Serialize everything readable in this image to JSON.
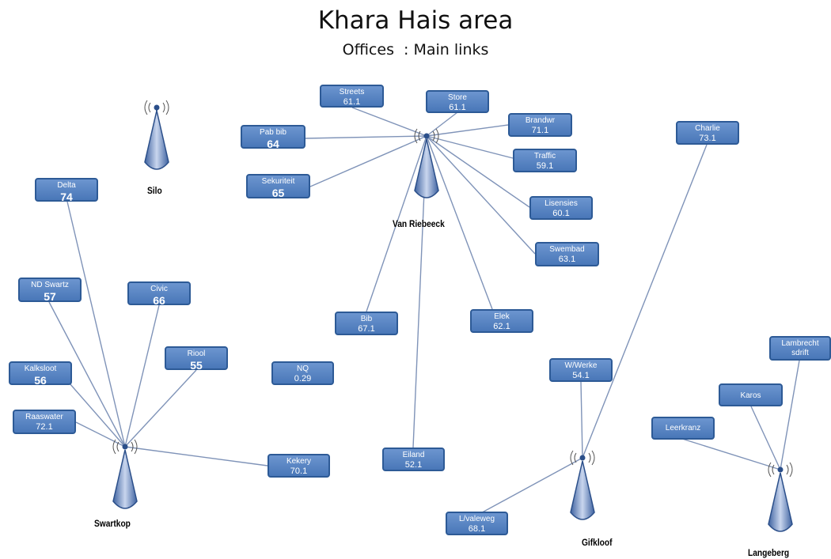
{
  "title": "Khara Hais area",
  "subtitle": "Offices  : Main links",
  "towers": {
    "silo": "Silo",
    "vanriebeeck": "Van  Riebeeck",
    "swartkop": "Swartkop",
    "gifkloof": "Gifkloof",
    "langeberg": "Langeberg"
  },
  "nodes": {
    "streets": {
      "name": "Streets",
      "value": "61.1"
    },
    "store": {
      "name": "Store",
      "value": "61.1"
    },
    "brandwr": {
      "name": "Brandwr",
      "value": "71.1"
    },
    "pabbib": {
      "name": "Pab bib",
      "value": "64"
    },
    "traffic": {
      "name": "Traffic",
      "value": "59.1"
    },
    "sekuriteit": {
      "name": "Sekuriteit",
      "value": "65"
    },
    "lisensies": {
      "name": "Lisensies",
      "value": "60.1"
    },
    "swembad": {
      "name": "Swembad",
      "value": "63.1"
    },
    "bib": {
      "name": "Bib",
      "value": "67.1"
    },
    "elek": {
      "name": "Elek",
      "value": "62.1"
    },
    "eiland": {
      "name": "Eiland",
      "value": "52.1"
    },
    "charlie": {
      "name": "Charlie",
      "value": "73.1"
    },
    "delta": {
      "name": "Delta",
      "value": "74"
    },
    "ndswartz": {
      "name": "ND Swartz",
      "value": "57"
    },
    "civic": {
      "name": "Civic",
      "value": "66"
    },
    "riool": {
      "name": "Riool",
      "value": "55"
    },
    "kalksloot": {
      "name": "Kalksloot",
      "value": "56"
    },
    "nq": {
      "name": "NQ",
      "value": "0.29"
    },
    "raaswater": {
      "name": "Raaswater",
      "value": "72.1"
    },
    "kekery": {
      "name": "Kekery",
      "value": "70.1"
    },
    "wwerke": {
      "name": "W/Werke",
      "value": "54.1"
    },
    "lambrecht": {
      "name": "Lambrecht",
      "value": "sdrift"
    },
    "karos": {
      "name": "Karos",
      "value": ""
    },
    "leerkranz": {
      "name": "Leerkranz",
      "value": ""
    },
    "lvaleweg": {
      "name": "L/valeweg",
      "value": "68.1"
    }
  },
  "colors": {
    "box_fill": "#5585c4",
    "box_border": "#2d5a96",
    "link": "#7f93b8",
    "tower_fill": "#6e8fc6"
  }
}
